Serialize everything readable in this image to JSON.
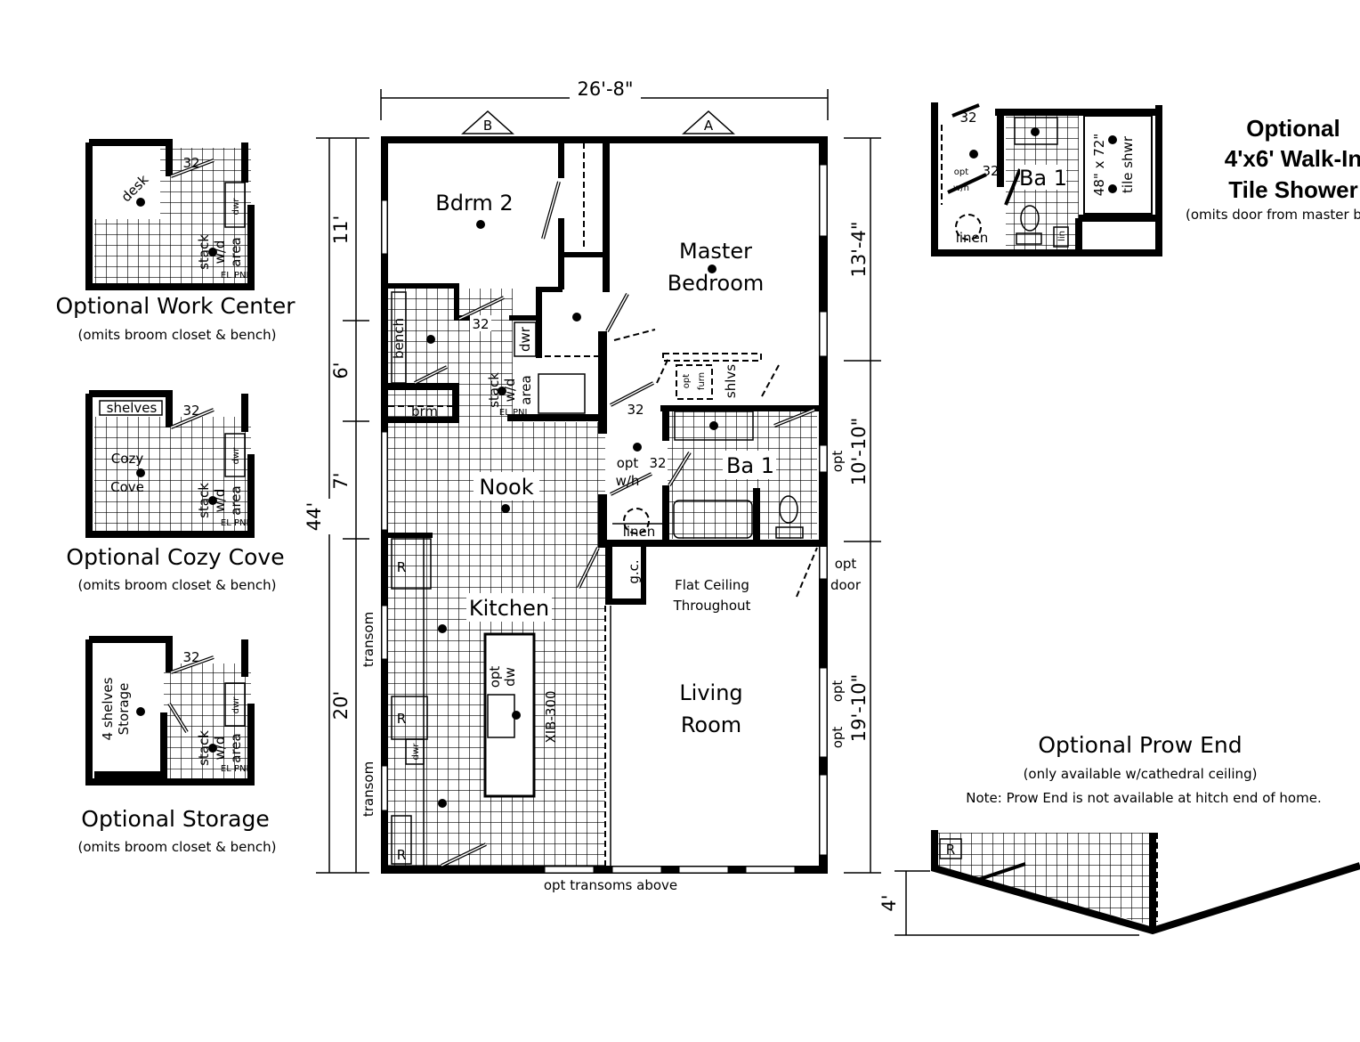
{
  "main_plan": {
    "overall_width": "26'-8\"",
    "overall_length": "44'",
    "section_markers": [
      "B",
      "A"
    ],
    "left_dims": [
      "11'",
      "6'",
      "7'",
      "20'"
    ],
    "right_dims": [
      "13'-4\"",
      "10'-10\"",
      "19'-10\""
    ],
    "rooms": {
      "bdrm2": "Bdrm 2",
      "master_1": "Master",
      "master_2": "Bedroom",
      "nook": "Nook",
      "kitchen": "Kitchen",
      "living_1": "Living",
      "living_2": "Room",
      "ba1": "Ba 1"
    },
    "labels": {
      "door_width": "32",
      "bench": "bench",
      "brm": "brm",
      "dwr": "dwr",
      "stack": "stack",
      "wd": "w/d",
      "area": "area",
      "el_pnl": "EL PNL",
      "opt": "opt",
      "furn": "furn",
      "shlvs": "shlvs",
      "wh": "w/h",
      "linen": "linen",
      "gc": "g.c.",
      "flat_ceiling_1": "Flat Ceiling",
      "flat_ceiling_2": "Throughout",
      "door": "door",
      "transom": "transom",
      "fridge": "R",
      "range": "R",
      "opt_dw_1": "opt",
      "opt_dw_2": "dw",
      "island": "XIB-300",
      "opt_transoms": "opt transoms above"
    }
  },
  "options": {
    "work_center": {
      "title": "Optional Work Center",
      "note": "(omits broom closet & bench)",
      "label": "desk"
    },
    "cozy_cove": {
      "title": "Optional Cozy Cove",
      "note": "(omits broom closet & bench)",
      "label_1": "Cozy",
      "label_2": "Cove",
      "shelves": "shelves"
    },
    "storage": {
      "title": "Optional Storage",
      "note": "(omits broom closet & bench)",
      "label_1": "4 shelves",
      "label_2": "Storage"
    },
    "walk_in_shower": {
      "title_1": "Optional",
      "title_2": "4'x6' Walk-In",
      "title_3": "Tile Shower",
      "note": "(omits door from master b",
      "size": "48\" x 72\"",
      "shower": "tile shwr",
      "lin": "lin"
    },
    "prow_end": {
      "title_a": "Optional",
      "title_b": "Prow End",
      "note": "(only available w/cathedral ceiling)",
      "note2": "Note: Prow End is not available at hitch end of home.",
      "dim": "4'"
    }
  }
}
